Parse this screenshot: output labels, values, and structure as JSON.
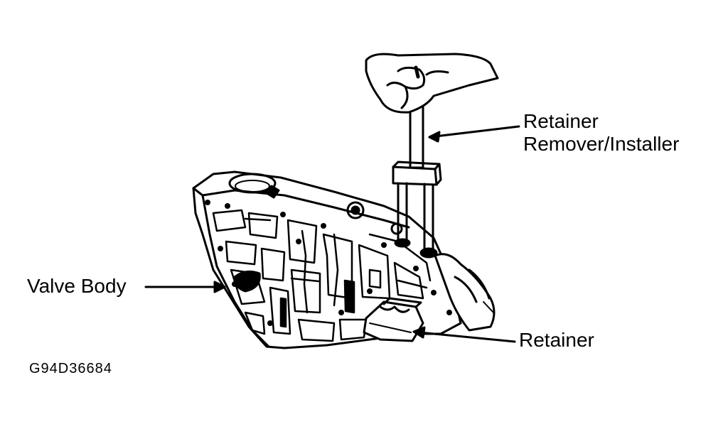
{
  "labels": {
    "retainer_remover_installer_line1": "Retainer",
    "retainer_remover_installer_line2": "Remover/Installer",
    "valve_body": "Valve Body",
    "retainer": "Retainer"
  },
  "figure_id": "G94D36684",
  "colors": {
    "ink": "#000000",
    "paper": "#ffffff"
  }
}
